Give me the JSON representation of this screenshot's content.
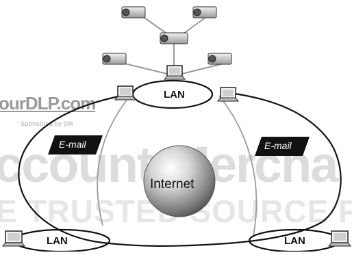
{
  "watermark": {
    "site": "ourDLP.com",
    "sponsor": "Sponsored by DM",
    "brand": "ccount-Mercha",
    "tagline": "E TRUSTED SOURCE FOR P"
  },
  "labels": {
    "lan_top": "LAN",
    "lan_bottom_left": "LAN",
    "lan_bottom_right": "LAN",
    "email_left": "E-mail",
    "email_right": "E-mail",
    "internet": "Internet"
  },
  "icons": {
    "projector": "projector-icon",
    "computer": "computer-icon",
    "globe": "internet-globe-icon"
  },
  "colors": {
    "line_dark": "#111111",
    "line_gray": "#999999",
    "email_tag": "#111111",
    "watermark_gray": "#9a9a9a",
    "watermark_light": "#dcdcdc"
  }
}
